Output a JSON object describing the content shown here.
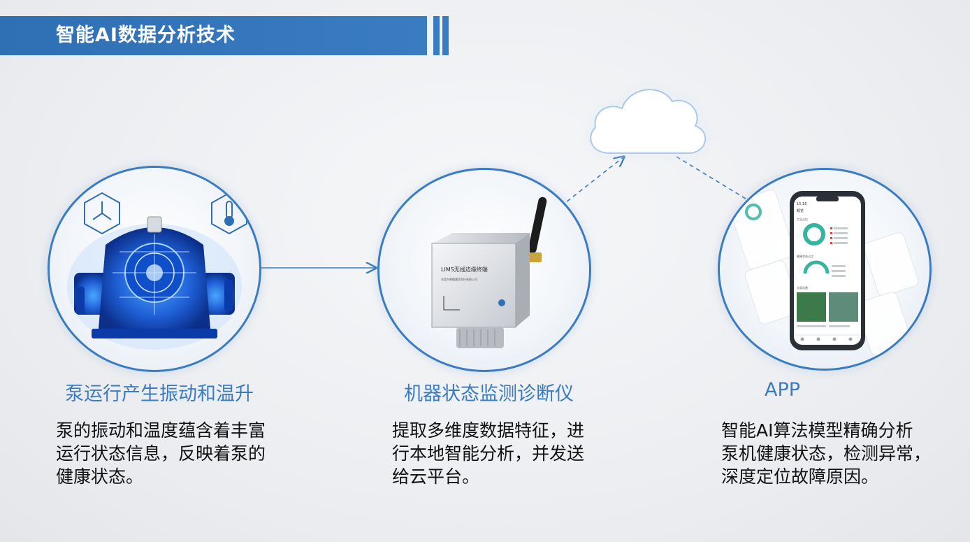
{
  "title": "智能AI数据分析技术",
  "colors": {
    "brand_blue": "#3a7cc2",
    "title_bar": "#2f6fb4",
    "heading_text": "#3a7cc2",
    "body_text": "#111111"
  },
  "steps": [
    {
      "heading": "泵运行产生振动和温升",
      "lines": [
        "泵的振动和温度蕴含着丰富",
        "运行状态信息，反映着泵的",
        "健康状态。"
      ],
      "icon": "pump-icon"
    },
    {
      "heading": "机器状态监测诊断仪",
      "lines": [
        "提取多维度数据特征，进",
        "行本地智能分析，并发送",
        "给云平台。"
      ],
      "icon": "edge-terminal-icon"
    },
    {
      "heading": "APP",
      "lines": [
        "智能AI算法模型精确分析",
        "泵机健康状态，检测异常，",
        "深度定位故障原因。"
      ],
      "icon": "smartphone-icon"
    }
  ],
  "device": {
    "label_line1": "LIMS无线边缘终端",
    "label_line2": "东莞市普镭通信科技有限公司"
  },
  "phone": {
    "status_time": "15:16",
    "screen_title": "概览",
    "section_health": "工况占比",
    "section_alarm": "健康状态占比",
    "section_devices": "全部设备"
  },
  "cloud_icon": "cloud-icon"
}
